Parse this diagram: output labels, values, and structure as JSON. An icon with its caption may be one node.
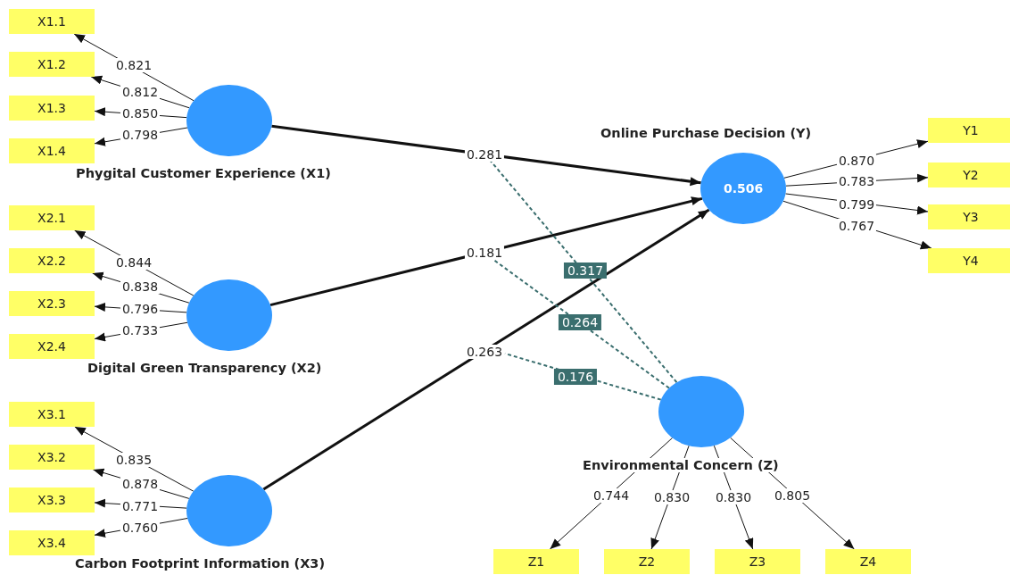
{
  "diagram": {
    "nodes": [
      {
        "text": [
          "X1.1"
        ]
      },
      {
        "text": [
          "X1.2"
        ]
      },
      {
        "text": [
          "X1.3"
        ]
      },
      {
        "text": [
          "X1.4"
        ]
      },
      {
        "text": [
          "Phygital Customer Experience (X1)"
        ]
      },
      {
        "text": [
          "X2.1"
        ]
      },
      {
        "text": [
          "X2.2"
        ]
      },
      {
        "text": [
          "X2.3"
        ]
      },
      {
        "text": [
          "X2.4"
        ]
      },
      {
        "text": [
          "Digital Green Transparency (X2)"
        ]
      },
      {
        "text": [
          "X3.1"
        ]
      },
      {
        "text": [
          "X3.2"
        ]
      },
      {
        "text": [
          "X3.3"
        ]
      },
      {
        "text": [
          "X3.4"
        ]
      },
      {
        "text": [
          "Carbon Footprint Information (X3)"
        ]
      },
      {
        "text": [
          "Online Purchase Decision (Y)",
          "0.506"
        ]
      },
      {
        "text": [
          "Y1"
        ]
      },
      {
        "text": [
          "Y2"
        ]
      },
      {
        "text": [
          "Y3"
        ]
      },
      {
        "text": [
          "Y4"
        ]
      },
      {
        "text": [
          "Environmental Concern (Z)"
        ]
      },
      {
        "text": [
          "Z1"
        ]
      },
      {
        "text": [
          "Z2"
        ]
      },
      {
        "text": [
          "Z3"
        ]
      },
      {
        "text": [
          "Z4"
        ]
      }
    ],
    "edges": [
      {
        "from": 4,
        "to": 0,
        "arrow": "to",
        "label": "0.821"
      },
      {
        "from": 4,
        "to": 1,
        "arrow": "to",
        "label": "0.812"
      },
      {
        "from": 4,
        "to": 2,
        "arrow": "to",
        "label": "0.850"
      },
      {
        "from": 4,
        "to": 3,
        "arrow": "to",
        "label": "0.798"
      },
      {
        "from": 9,
        "to": 5,
        "arrow": "to",
        "label": "0.844"
      },
      {
        "from": 9,
        "to": 6,
        "arrow": "to",
        "label": "0.838"
      },
      {
        "from": 9,
        "to": 7,
        "arrow": "to",
        "label": "0.796"
      },
      {
        "from": 9,
        "to": 8,
        "arrow": "to",
        "label": "0.733"
      },
      {
        "from": 14,
        "to": 10,
        "arrow": "to",
        "label": "0.835"
      },
      {
        "from": 14,
        "to": 11,
        "arrow": "to",
        "label": "0.878"
      },
      {
        "from": 14,
        "to": 12,
        "arrow": "to",
        "label": "0.771"
      },
      {
        "from": 14,
        "to": 13,
        "arrow": "to",
        "label": "0.760"
      },
      {
        "from": 4,
        "to": 15,
        "arrow": "to",
        "label": "0.281",
        "style": "thick"
      },
      {
        "from": 9,
        "to": 15,
        "arrow": "to",
        "label": "0.181",
        "style": "thick"
      },
      {
        "from": 14,
        "to": 15,
        "arrow": "to",
        "label": "0.263",
        "style": "thick"
      },
      {
        "from": 15,
        "to": 16,
        "arrow": "to",
        "label": "0.870"
      },
      {
        "from": 15,
        "to": 17,
        "arrow": "to",
        "label": "0.783"
      },
      {
        "from": 15,
        "to": 18,
        "arrow": "to",
        "label": "0.799"
      },
      {
        "from": 15,
        "to": 19,
        "arrow": "to",
        "label": "0.767"
      },
      {
        "from": 20,
        "to": 21,
        "arrow": "to",
        "label": "0.744"
      },
      {
        "from": 20,
        "to": 22,
        "arrow": "to",
        "label": "0.830"
      },
      {
        "from": 20,
        "to": 23,
        "arrow": "to",
        "label": "0.830"
      },
      {
        "from": 20,
        "to": 24,
        "arrow": "to",
        "label": "0.805"
      },
      {
        "from": 20,
        "to": null,
        "arrow": "none",
        "label": "0.317",
        "style": "dashed",
        "color": "#3a6e6e"
      },
      {
        "from": 20,
        "to": null,
        "arrow": "none",
        "label": "0.264",
        "style": "dashed",
        "color": "#3a6e6e"
      },
      {
        "from": 20,
        "to": null,
        "arrow": "none",
        "label": "0.176",
        "style": "dashed",
        "color": "#3a6e6e"
      }
    ]
  }
}
